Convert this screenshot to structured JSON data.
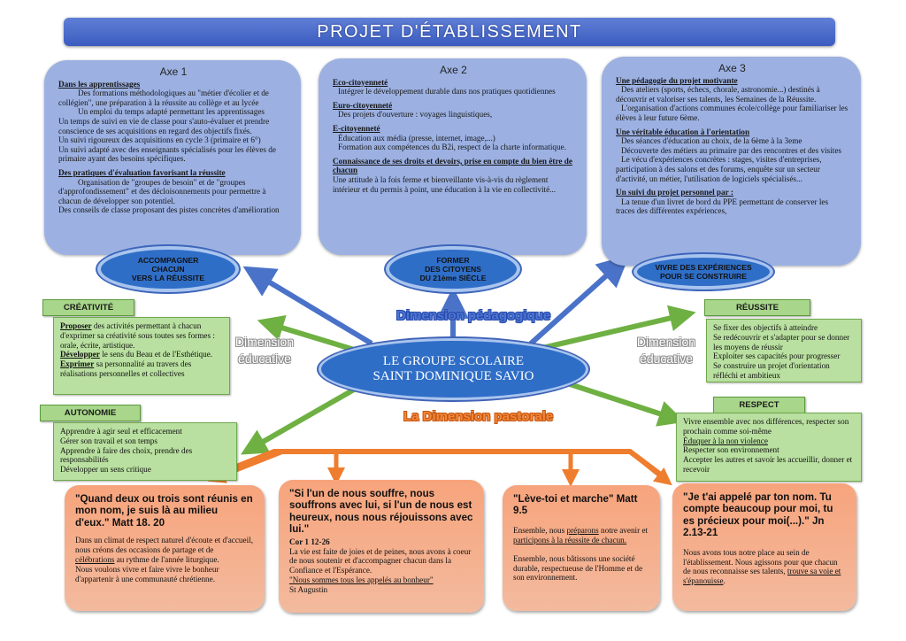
{
  "banner": {
    "title": "PROJET D'ÉTABLISSEMENT"
  },
  "axes": [
    {
      "title": "Axe 1",
      "heading1": "Dans les apprentissages",
      "lines1": [
        "Des formations méthodologiques au \"métier d'écolier et de collégien\", une préparation à la réussite au collège et au lycée",
        "Un emploi du temps adapté permettant les apprentissages",
        "Un temps de suivi en vie de classe pour s'auto-évaluer et prendre conscience de ses acquisitions en regard des objectifs fixés.",
        "Un suivi rigoureux des acquisitions en cycle 3 (primaire et 6°)",
        "Un suivi adapté avec des enseignants spécialisés pour les élèves de primaire ayant des besoins spécifiques."
      ],
      "heading2": "Des pratiques d'évaluation favorisant la réussite",
      "lines2": [
        "Organisation de \"groupes de besoin\" et de \"groupes d'approfondissement\" et des décloisonnements pour permettre à chacun de développer son potentiel.",
        "Des conseils de classe proposant des pistes concrètes d'amélioration"
      ],
      "pill": [
        "ACCOMPAGNER",
        "CHACUN",
        "VERS LA RÉUSSITE"
      ]
    },
    {
      "title": "Axe 2",
      "heading1": "Eco-citoyenneté",
      "lines1": [
        "Intégrer le développement durable dans nos pratiques quotidiennes"
      ],
      "heading2": "Euro-citoyenneté",
      "lines2": [
        "Des projets d'ouverture : voyages linguistiques,"
      ],
      "heading3": "E-citoyenneté",
      "lines3": [
        "Éducation aux média (presse, internet, image,...)",
        "Formation aux compétences du B2i, respect de la charte informatique."
      ],
      "heading4": "Connaissance de ses droits et devoirs, prise en compte du bien être de chacun",
      "lines4": [
        "Une attitude à la fois ferme et bienveillante vis-à-vis du règlement intérieur et du permis à point, une éducation à la vie en collectivité..."
      ],
      "pill": [
        "FORMER",
        "DES CITOYENS",
        "DU 21ème SIÈCLE"
      ]
    },
    {
      "title": "Axe 3",
      "heading1": "Une pédagogie du projet motivante",
      "lines1": [
        "Des ateliers (sports, échecs, chorale, astronomie...) destinés à découvrir et valoriser ses talents, les Semaines de la Réussite.",
        "L'organisation d'actions communes école/collège pour familiariser les élèves à leur future 6ème."
      ],
      "heading2": "Une véritable éducation à l'orientation",
      "lines2": [
        "Des séances d'éducation au choix, de la 6ème à la 3eme",
        "Découverte des métiers au primaire par des rencontres et des visites",
        "Le vécu d'expériences concrètes : stages, visites d'entreprises, participation à des salons et des forums, enquête sur un secteur d'activité, un métier, l'utilisation de logiciels spécialisés..."
      ],
      "heading3": "Un suivi du projet personnel par :",
      "lines3": [
        "La tenue d'un livret de bord du PPE permettant de conserver les traces des différentes expériences,"
      ],
      "pill": [
        "VIVRE DES EXPÉRIENCES",
        "POUR SE CONSTRUIRE"
      ]
    }
  ],
  "center": {
    "line1": "LE GROUPE SCOLAIRE",
    "line2": "SAINT DOMINIQUE SAVIO"
  },
  "dimensions": {
    "pedagogique": "Dimension pédagogique",
    "educative_left_1": "Dimension",
    "educative_left_2": "éducative",
    "educative_right_1": "Dimension",
    "educative_right_2": "éducative",
    "pastorale": "La Dimension pastorale"
  },
  "creativite": {
    "label": "CRÉATIVITÉ",
    "l1_u": "Proposer",
    "l1": " des activités permettant à chacun d'exprimer sa créativité sous toutes ses formes : orale, écrite, artistique.",
    "l2_u": "Développer",
    "l2": " le sens du Beau et de l'Esthétique.",
    "l3_u": "Exprimer",
    "l3": " sa personnalité au travers des réalisations personnelles et collectives"
  },
  "autonomie": {
    "label": "AUTONOMIE",
    "lines": [
      "Apprendre à agir seul et efficacement",
      "Gérer son travail et son temps",
      "Apprendre à faire des choix, prendre des responsabilités",
      "Développer un sens critique"
    ]
  },
  "reussite": {
    "label": "RÉUSSITE",
    "lines": [
      "Se fixer des objectifs à atteindre",
      "Se redécouvrir et s'adapter pour se donner les moyens de réussir",
      "Exploiter ses capacités pour progresser",
      "Se construire un projet d'orientation réfléchi et ambitieux"
    ]
  },
  "respect": {
    "label": "RESPECT",
    "l1": "Vivre ensemble avec nos différences, respecter son prochain comme soi-même",
    "l2_u": "Éduquer à la non violence",
    "l3": "Respecter son environnement",
    "l4": "Accepter les autres et savoir les accueillir, donner et recevoir"
  },
  "quotes": [
    {
      "quote": "\"Quand deux ou trois sont réunis en mon nom, je suis là au milieu d'eux.\" Matt 18. 20",
      "t1": "Dans un climat de respect naturel d'écoute et d'accueil, nous créons des occasions de partage et de ",
      "t1_u": "célébrations",
      "t1_b": " au rythme de l'année liturgique.",
      "t2": "Nous voulons vivre et faire vivre le bonheur d'appartenir à une communauté chrétienne."
    },
    {
      "quote": "\"Si l'un de nous souffre, nous souffrons avec lui, si l'un de nous est heureux, nous nous réjouissons avec lui.\"",
      "ref": "Cor 1 12-26",
      "t1": "La vie est faite de joies et de peines, nous avons à coeur de nous soutenir et d'accompagner chacun dans la Confiance et l'Espérance.",
      "t2_u": "\"Nous sommes tous les appelés au bonheur\"",
      "t3": "St Augustin"
    },
    {
      "quote": "\"Lève-toi et marche\" Matt 9.5",
      "t1": "Ensemble, nous ",
      "t1_u": "préparons",
      "t1_b": " notre avenir et ",
      "t1_u2": "participons à la réussite de chacun.",
      "t2": "Ensemble, nous bâtissons une société durable, respectueuse de l'Homme et de son environnement."
    },
    {
      "quote": "\"Je t'ai appelé par ton nom. Tu compte beaucoup pour moi, tu es précieux pour moi(...).\" Jn 2.13-21",
      "t1": "Nous avons tous notre place au sein de l'établissement. Nous agissons pour que chacun de nous reconnaisse ses talents, ",
      "t1_u": "trouve  sa voie et s'épanouisse",
      "t1_b": "."
    }
  ],
  "colors": {
    "banner": "#3b5cc0",
    "axis_fill": "#9cb1e2",
    "pill_fill": "#2f6ec7",
    "blue_arrow": "#4a72c8",
    "green_arrow": "#6fb043",
    "green_box": "#b9e0a0",
    "orange_connector": "#ef7d2e",
    "orange_box": "#f7a47c"
  }
}
